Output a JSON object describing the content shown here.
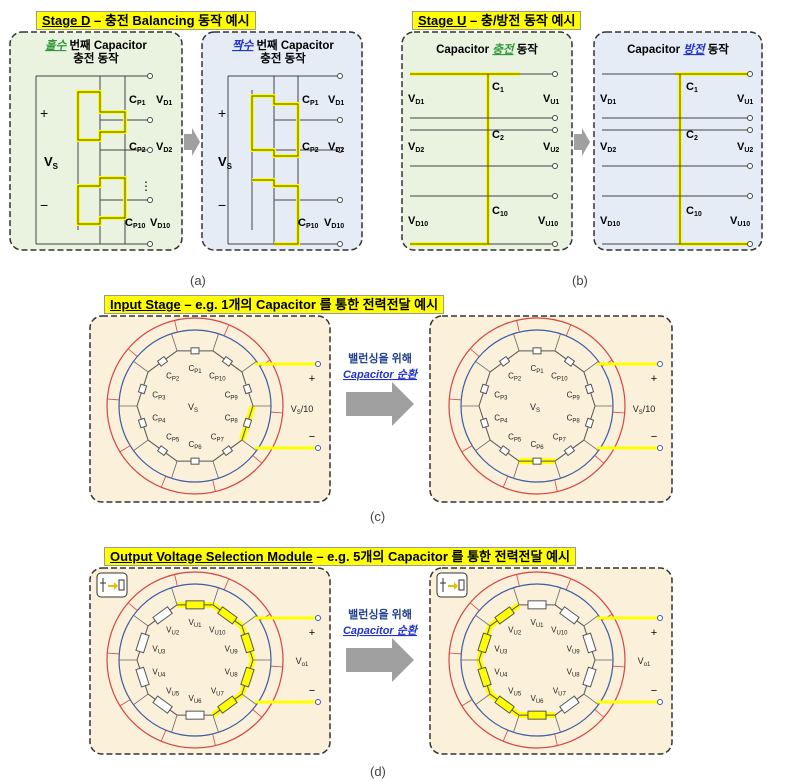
{
  "panel_a": {
    "banner": {
      "title": "Stage D",
      "desc": " – 충전 Balancing 동작 예시"
    },
    "left_title_hl": "홀수",
    "left_title_rest": " 번째 Capacitor",
    "left_title_2": "충전 동작",
    "right_title_hl": "짝수",
    "right_title_rest": " 번째 Capacitor",
    "right_title_2": "충전 동작",
    "vs": "V",
    "vs_sub": "S",
    "caps": [
      {
        "m": "C",
        "s": "P1"
      },
      {
        "m": "C",
        "s": "P2"
      },
      {
        "m": "C",
        "s": "P10"
      }
    ],
    "volts": [
      {
        "m": "V",
        "s": "D1"
      },
      {
        "m": "V",
        "s": "D2"
      },
      {
        "m": "V",
        "s": "D10"
      }
    ],
    "plus": "+",
    "minus": "−",
    "dots": "⋮",
    "caption": "(a)"
  },
  "panel_b": {
    "banner": {
      "title": "Stage U",
      "desc": " – 충/방전 동작 예시"
    },
    "left_title_pre": "Capacitor ",
    "left_title_hl": "충전",
    "left_title_post": " 동작",
    "right_title_pre": "Capacitor ",
    "right_title_hl": "방전",
    "right_title_post": " 동작",
    "caps": [
      {
        "m": "C",
        "s": "1"
      },
      {
        "m": "C",
        "s": "2"
      },
      {
        "m": "C",
        "s": "10"
      }
    ],
    "vin": [
      {
        "m": "V",
        "s": "D1"
      },
      {
        "m": "V",
        "s": "D2"
      },
      {
        "m": "V",
        "s": "D10"
      }
    ],
    "vout": [
      {
        "m": "V",
        "s": "U1"
      },
      {
        "m": "V",
        "s": "U2"
      },
      {
        "m": "V",
        "s": "U10"
      }
    ],
    "caption": "(b)"
  },
  "panel_c": {
    "banner": {
      "title": "Input Stage",
      "desc": " – e.g. 1개의 Capacitor 를 통한 전력전달 예시"
    },
    "caps": [
      {
        "m": "C",
        "s": "P1"
      },
      {
        "m": "C",
        "s": "P10"
      },
      {
        "m": "C",
        "s": "P9"
      },
      {
        "m": "C",
        "s": "P8"
      },
      {
        "m": "C",
        "s": "P7"
      },
      {
        "m": "C",
        "s": "P6"
      },
      {
        "m": "C",
        "s": "P5"
      },
      {
        "m": "C",
        "s": "P4"
      },
      {
        "m": "C",
        "s": "P3"
      },
      {
        "m": "C",
        "s": "P2"
      }
    ],
    "vs": "V",
    "vs_sub": "S",
    "out": "V",
    "out_sub": "S",
    "out_post": "/10",
    "arrow_text_1": "밸런싱을 위해",
    "arrow_text_2": "Capacitor 순환",
    "caption": "(c)"
  },
  "panel_d": {
    "banner": {
      "title": "Output Voltage Selection Module",
      "desc": " – e.g. 5개의 Capacitor 를 통한 전력전달 예시"
    },
    "labels": [
      {
        "m": "V",
        "s": "U1"
      },
      {
        "m": "V",
        "s": "U10"
      },
      {
        "m": "V",
        "s": "U9"
      },
      {
        "m": "V",
        "s": "U8"
      },
      {
        "m": "V",
        "s": "U7"
      },
      {
        "m": "V",
        "s": "U6"
      },
      {
        "m": "V",
        "s": "U5"
      },
      {
        "m": "V",
        "s": "U4"
      },
      {
        "m": "V",
        "s": "U3"
      },
      {
        "m": "V",
        "s": "U2"
      }
    ],
    "out": "V",
    "out_sub": "o1",
    "arrow_text_1": "밸런싱을 위해",
    "arrow_text_2": "Capacitor 순환",
    "caption": "(d)"
  },
  "colors": {
    "highlight": "#ffff00",
    "green_panel": "#eaf2e0",
    "blue_panel": "#e6ecf6",
    "beige_panel": "#fbf0d9",
    "ring_red": "#d64545",
    "ring_blue": "#3b5ba5",
    "link_green": "#2f9a3a",
    "link_blue": "#2233cc"
  }
}
